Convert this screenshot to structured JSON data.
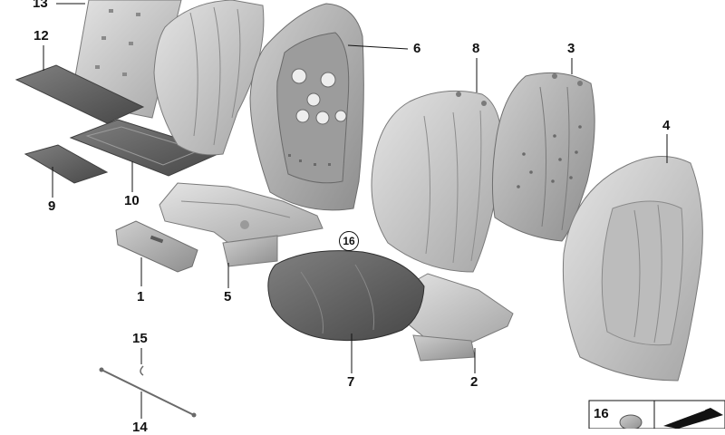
{
  "callouts": {
    "n13": "13",
    "n12": "12",
    "n9": "9",
    "n10": "10",
    "n1": "1",
    "n5": "5",
    "n6": "6",
    "n8": "8",
    "n3": "3",
    "n4": "4",
    "n16": "16",
    "n7": "7",
    "n2": "2",
    "n15": "15",
    "n14": "14"
  },
  "legend": {
    "item_number": "16"
  },
  "colors": {
    "part_light": "#c9c9c9",
    "part_mid": "#a9a9a9",
    "part_dark": "#5e5e5e",
    "leader": "#111111"
  }
}
